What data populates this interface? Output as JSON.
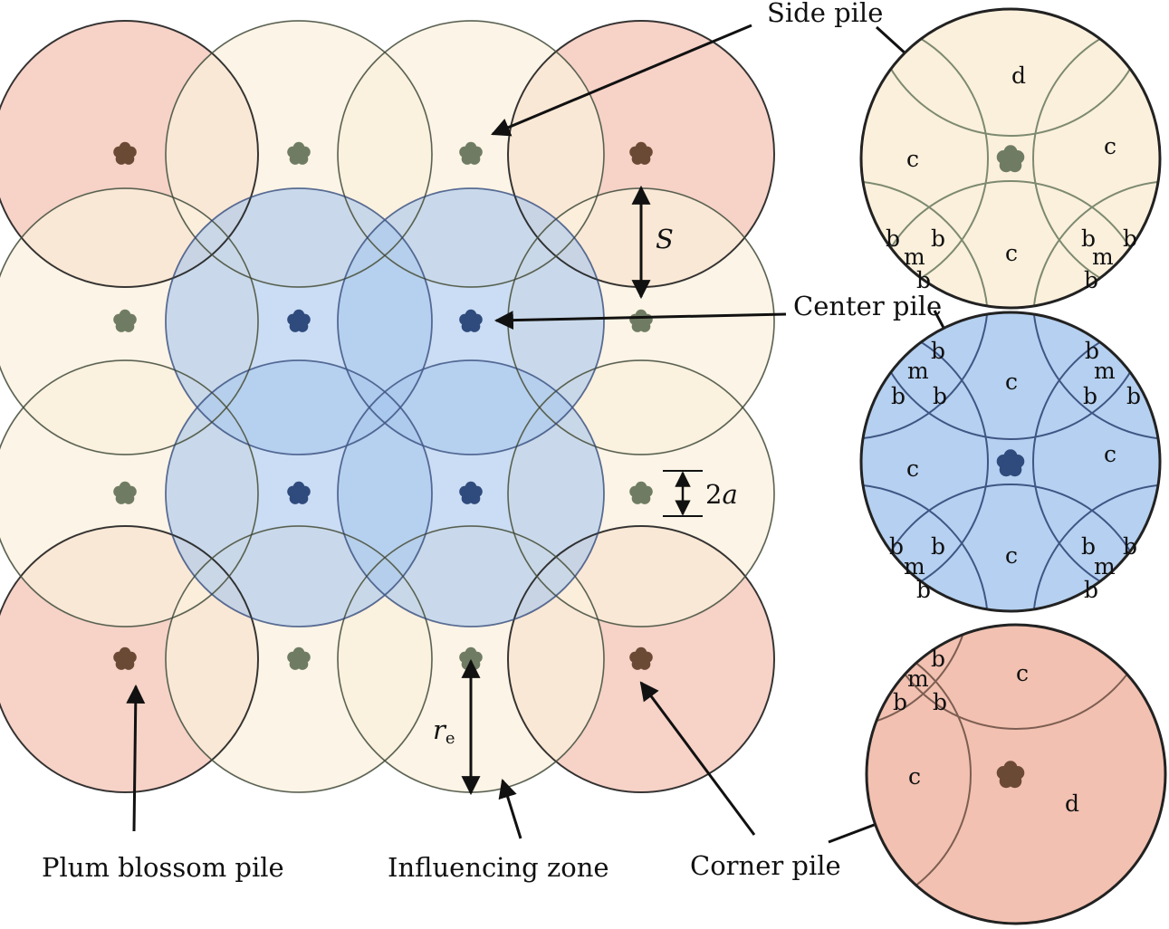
{
  "labels": {
    "side_pile": "Side pile",
    "center_pile": "Center pile",
    "corner_pile": "Corner pile",
    "plum_blossom_pile": "Plum blossom pile",
    "influencing_zone": "Influencing zone",
    "spacing": "S",
    "diameter_num": "2",
    "diameter_var": "a",
    "radius_var": "r",
    "radius_sub": "e"
  },
  "zones": {
    "b": "b",
    "m": "m",
    "c": "c",
    "d": "d"
  },
  "colors": {
    "corner_fill": "#f2c1b1",
    "side_fill": "#fbf0dc",
    "center_fill": "#a9c8ee",
    "corner_pile": "#6b4a35",
    "side_pile": "#6f7c63",
    "center_pile": "#2f4a7c",
    "outline": "#222222",
    "arrow": "#111111"
  }
}
